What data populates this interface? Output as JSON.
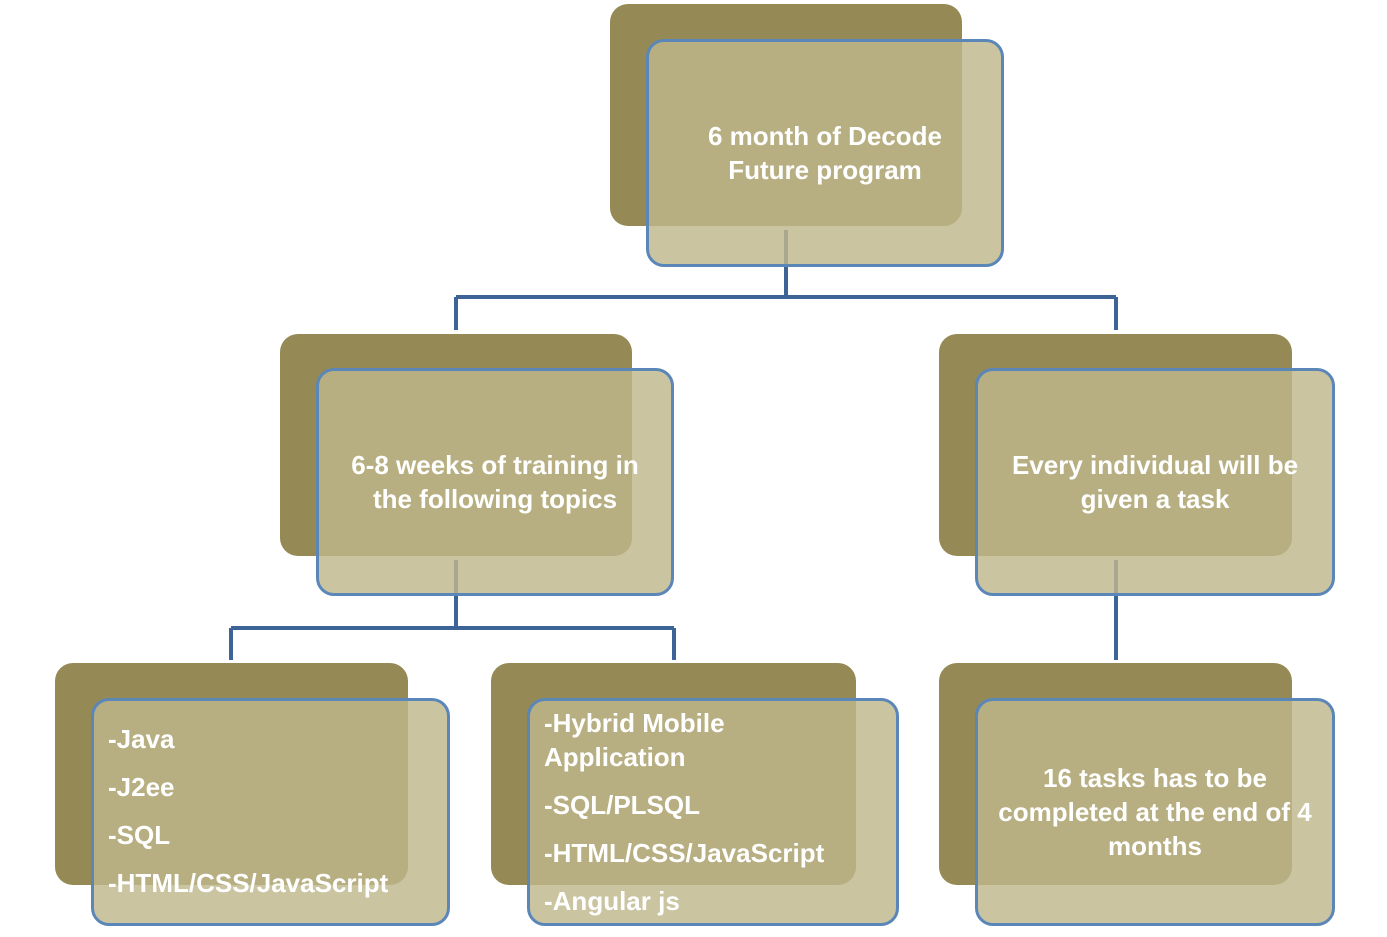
{
  "colors": {
    "shadow": "#958a55",
    "card_fill": "rgba(190, 183, 140, 0.82)",
    "border": "#5a86b8",
    "connector": "#3d6496",
    "text": "#ffffff"
  },
  "nodes": {
    "root": {
      "text": "6 month of Decode Future program"
    },
    "training": {
      "text": "6-8 weeks of training in the following topics"
    },
    "task": {
      "text": "Every individual will be given a task"
    },
    "topics_a": {
      "items": [
        "-Java",
        "-J2ee",
        "-SQL",
        "-HTML/CSS/JavaScript"
      ]
    },
    "topics_b": {
      "items": [
        "-Hybrid Mobile Application",
        "-SQL/PLSQL",
        "-HTML/CSS/JavaScript",
        "-Angular js"
      ]
    },
    "tasks_count": {
      "text": "16 tasks has to be completed at the end of 4 months"
    }
  }
}
